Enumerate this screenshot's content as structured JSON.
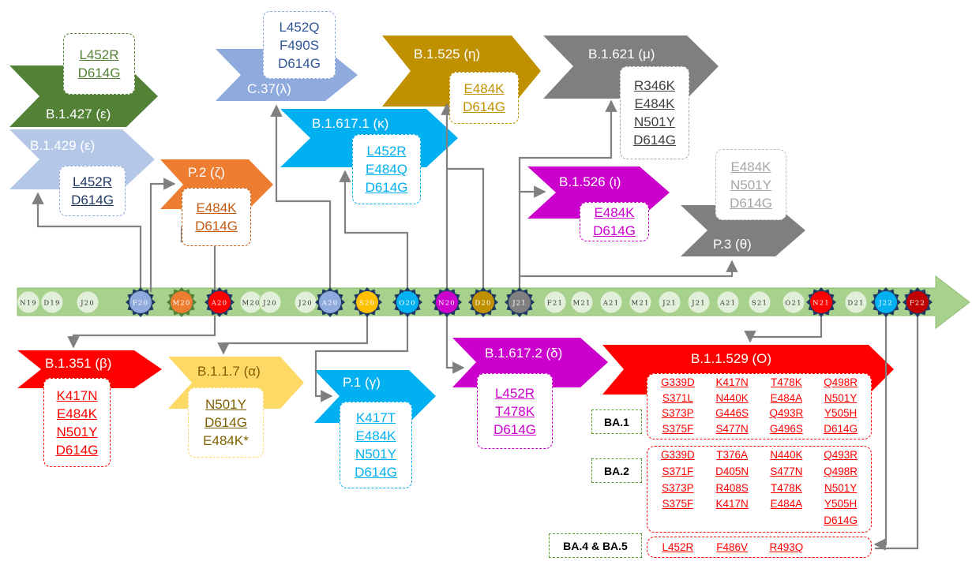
{
  "variants": {
    "b1427": {
      "name": "B.1.427 (ε)",
      "muts": [
        "L452R",
        "D614G"
      ],
      "color": "#538135"
    },
    "b1429": {
      "name": "B.1.429 (ε)",
      "muts": [
        "L452R",
        "D614G"
      ],
      "color": "#203864"
    },
    "c37": {
      "name": "C.37(λ)",
      "muts": [
        "L452Q",
        "F490S",
        "D614G"
      ],
      "color": "#2f5597"
    },
    "b1525": {
      "name": "B.1.525 (η)",
      "muts": [
        "E484K",
        "D614G"
      ],
      "color": "#bf9000"
    },
    "b1621": {
      "name": "B.1.621 (μ)",
      "muts": [
        "R346K",
        "E484K",
        "N501Y",
        "D614G"
      ],
      "color": "#404040"
    },
    "b16171": {
      "name": "B.1.617.1 (κ)",
      "muts": [
        "L452R",
        "E484Q",
        "D614G"
      ],
      "color": "#00b0f0"
    },
    "p2": {
      "name": "P.2 (ζ)",
      "muts": [
        "E484K",
        "D614G"
      ],
      "color": "#c55a11"
    },
    "b1526": {
      "name": "B.1.526 (ι)",
      "muts": [
        "E484K",
        "D614G"
      ],
      "color": "#cc00cc"
    },
    "p3": {
      "name": "P.3 (θ)",
      "muts": [
        "E484K",
        "N501Y",
        "D614G"
      ],
      "color": "#a6a6a6"
    },
    "b1351": {
      "name": "B.1.351 (β)",
      "muts": [
        "K417N",
        "E484K",
        "N501Y",
        "D614G"
      ],
      "color": "#ff0000"
    },
    "b117": {
      "name": "B.1.1.7 (α)",
      "muts": [
        "N501Y",
        "D614G",
        "E484K*"
      ],
      "color": "#7f6000"
    },
    "p1": {
      "name": "P.1 (γ)",
      "muts": [
        "K417T",
        "E484K",
        "N501Y",
        "D614G"
      ],
      "color": "#00b0f0"
    },
    "b16172": {
      "name": "B.1.617.2 (δ)",
      "muts": [
        "L452R",
        "T478K",
        "D614G"
      ],
      "color": "#cc00cc"
    },
    "omicron": {
      "name": "B.1.1.529 (O)"
    }
  },
  "timeline": [
    "N19",
    "D19",
    "J20",
    "F20",
    "M20",
    "A20",
    "M20",
    "J20",
    "J20",
    "A20",
    "S20",
    "O20",
    "N20",
    "D20",
    "J21",
    "F21",
    "M21",
    "A21",
    "M21",
    "J21",
    "J21",
    "A21",
    "S21",
    "O21",
    "N21",
    "D21",
    "J22",
    "F22"
  ],
  "omicron": {
    "ba1": {
      "label": "BA.1",
      "muts": [
        "G339D",
        "K417N",
        "T478K",
        "Q498R",
        "S371L",
        "N440K",
        "E484A",
        "N501Y",
        "S373P",
        "G446S",
        "Q493R",
        "Y505H",
        "S375F",
        "S477N",
        "G496S",
        "D614G"
      ]
    },
    "ba2": {
      "label": "BA.2",
      "muts": [
        "G339D",
        "T376A",
        "N440K",
        "Q493R",
        "S371F",
        "D405N",
        "S477N",
        "Q498R",
        "S373P",
        "R408S",
        "T478K",
        "N501Y",
        "S375F",
        "K417N",
        "E484A",
        "Y505H",
        "",
        "",
        "",
        "D614G"
      ]
    },
    "ba45": {
      "label": "BA.4 & BA.5",
      "muts": [
        "L452R",
        "F486V",
        "R493Q"
      ]
    }
  }
}
